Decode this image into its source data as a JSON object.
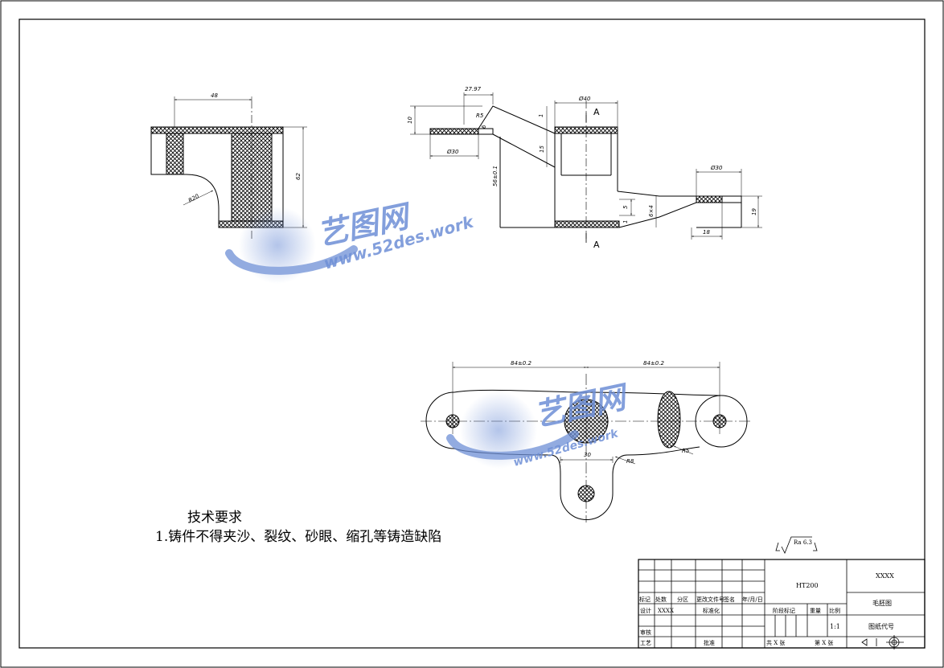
{
  "views": {
    "front": {
      "dims": [
        "48",
        "R20",
        "62"
      ]
    },
    "side": {
      "dims": [
        "27.97",
        "R5",
        "10",
        "6",
        "1",
        "15",
        "Ø30",
        "Ø40",
        "56±0.1",
        "5",
        "1",
        "6×4",
        "Ø30",
        "19",
        "18"
      ]
    },
    "top": {
      "dims": [
        "84±0.2",
        "84±0.2",
        "30",
        "R8",
        "R5"
      ]
    },
    "section_label": "A"
  },
  "requirements": {
    "title": "技术要求",
    "line1": "1.铸件不得夹沙、裂纹、砂眼、缩孔等铸造缺陷"
  },
  "roughness": {
    "value": "Ra 6.3"
  },
  "title_block": {
    "material": "HT200",
    "part_name": "XXXX",
    "drawing_type": "毛胚图",
    "drawing_code_label": "图纸代号",
    "scale": "1:1",
    "labels": {
      "mark": "标记",
      "count": "处数",
      "zone": "分区",
      "change_doc": "更改文件号",
      "sign": "签名",
      "date": "年/月/日",
      "design": "设计",
      "designer": "XXXX",
      "standard": "标准化",
      "review": "审核",
      "process": "工艺",
      "approve": "批准",
      "stage": "阶段标记",
      "weight": "重量",
      "scale_label": "比例",
      "sheets_total": "共 X 张",
      "sheet_no": "第 X 张"
    }
  },
  "watermark": {
    "cn": "艺图网",
    "url": "www.52des.work"
  }
}
